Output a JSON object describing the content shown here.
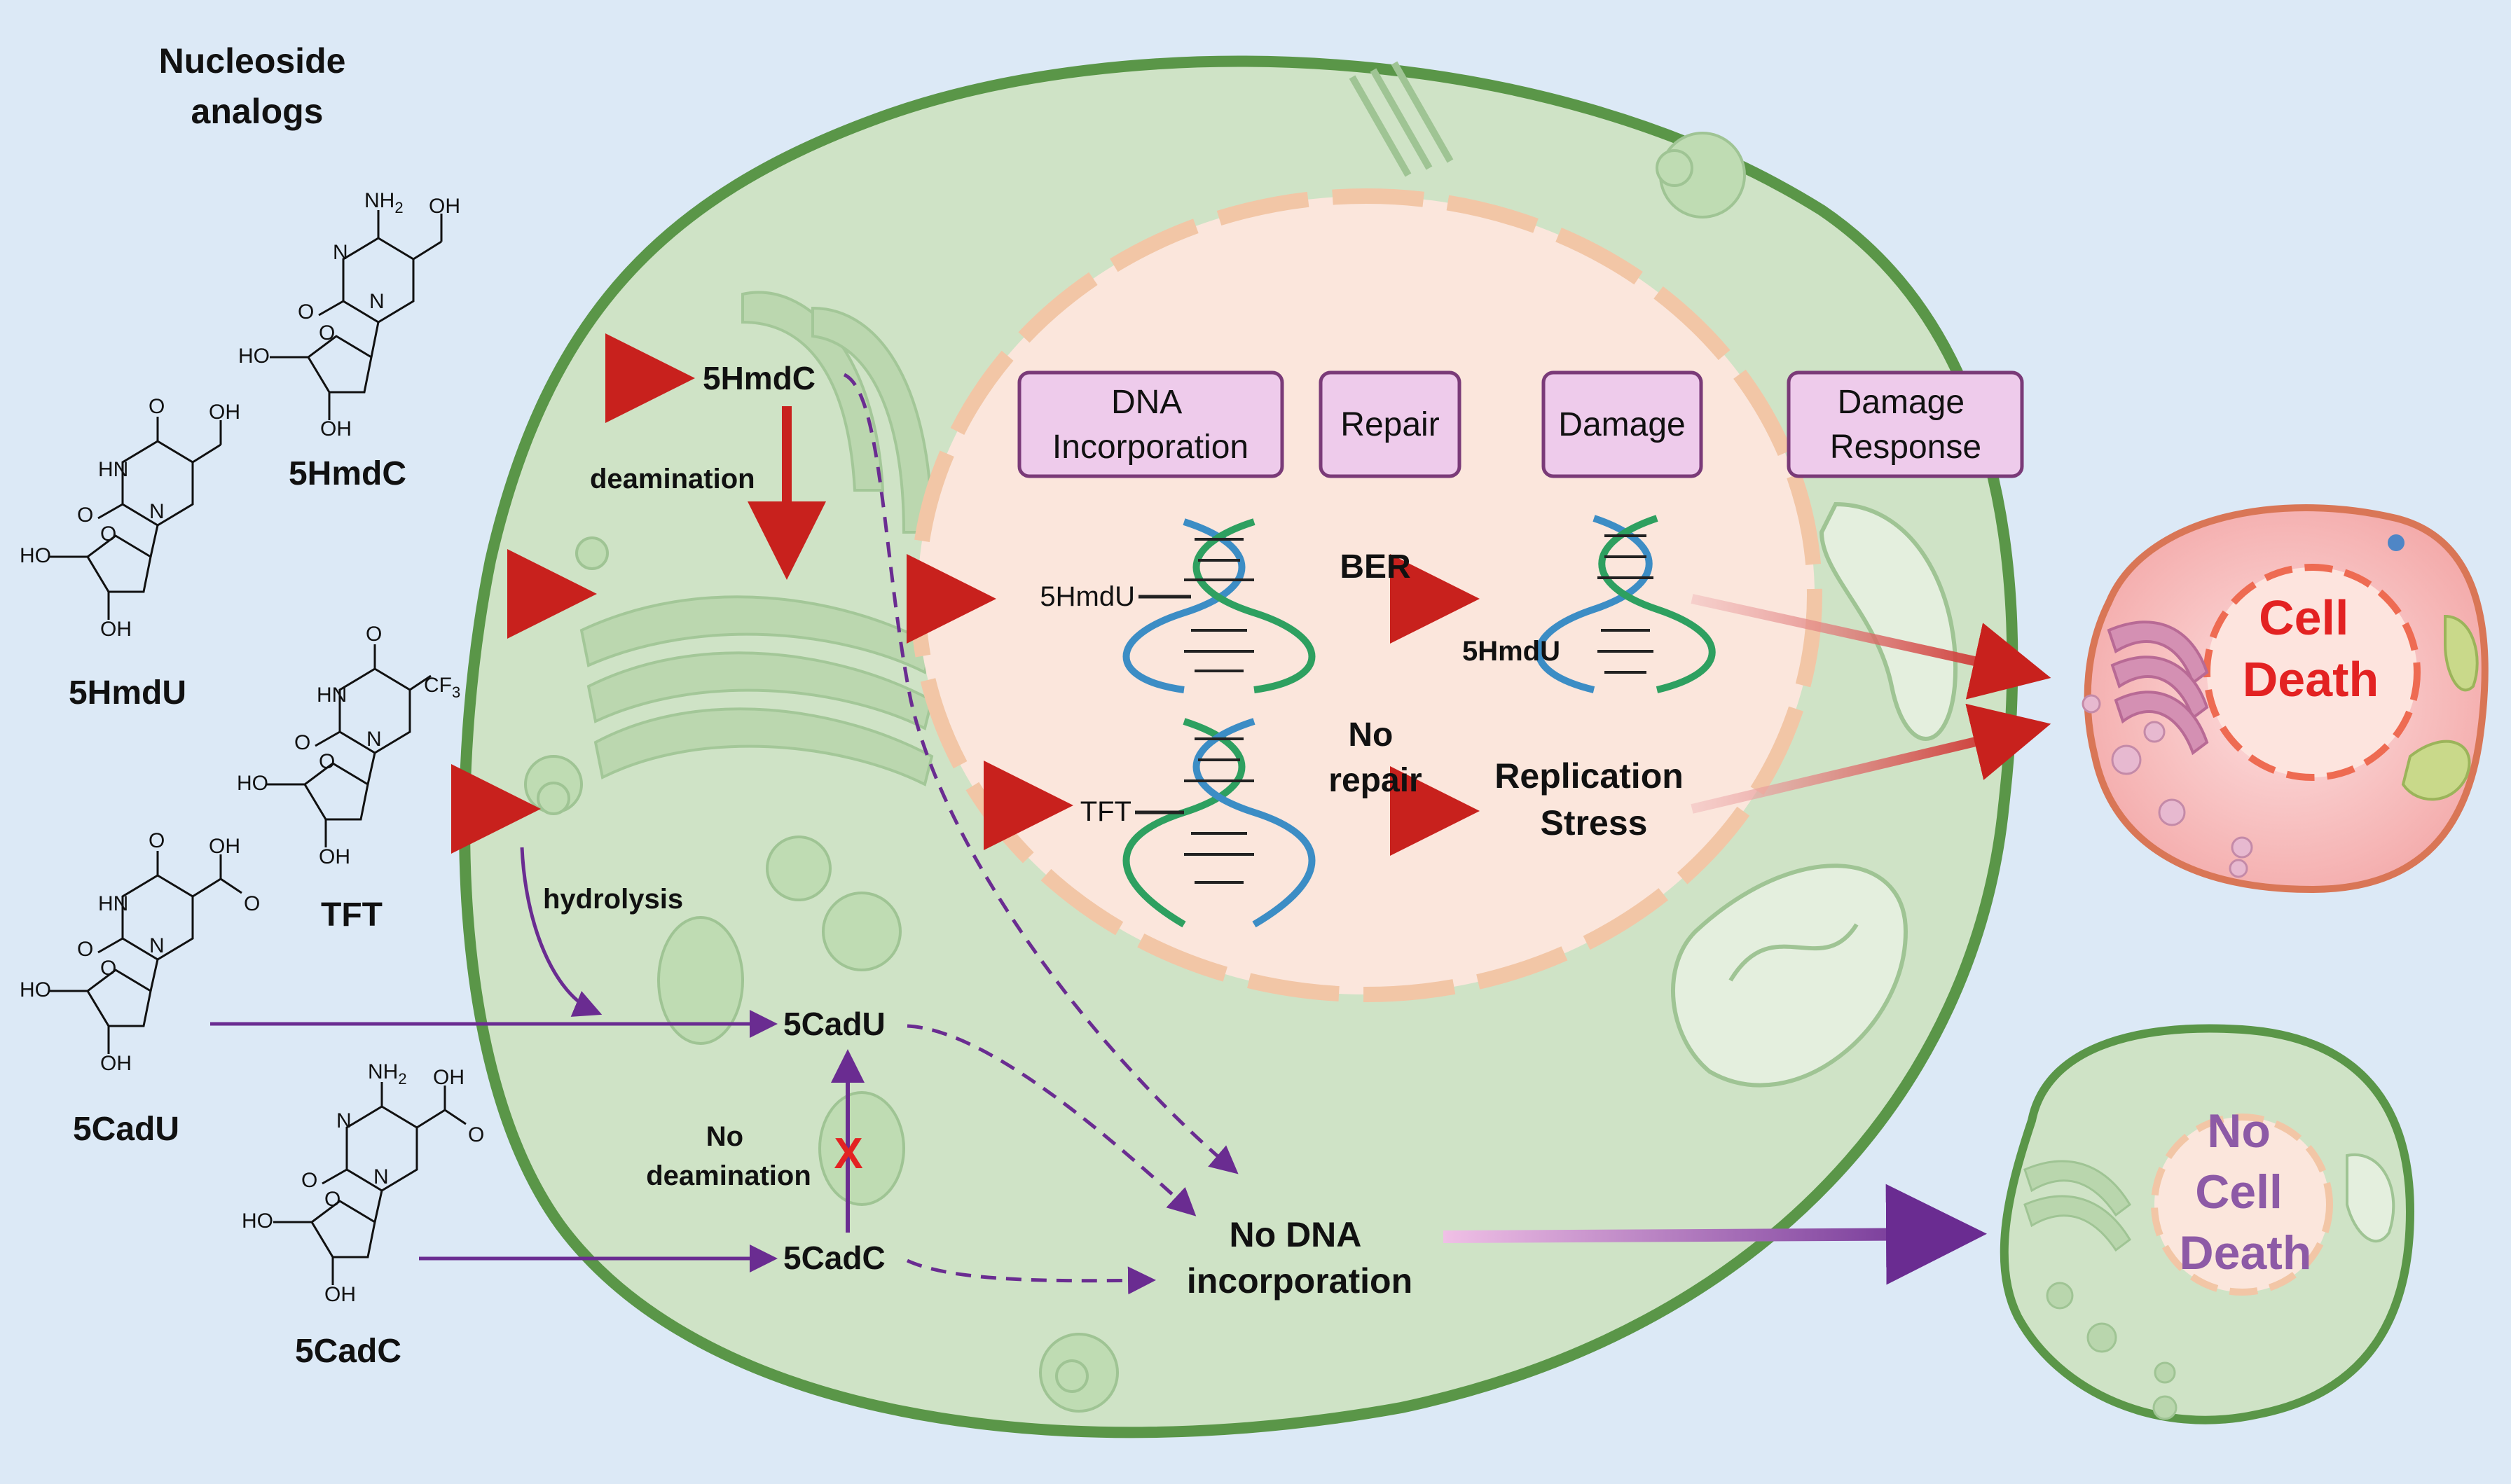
{
  "title": "Nucleoside analogs",
  "compounds": [
    {
      "name": "5HmdC",
      "atoms": [
        "NH2",
        "OH",
        "N",
        "O",
        "N",
        "HO",
        "O",
        "OH"
      ]
    },
    {
      "name": "5HmdU",
      "atoms": [
        "O",
        "OH",
        "HN",
        "O",
        "N",
        "HO",
        "O",
        "OH"
      ]
    },
    {
      "name": "TFT",
      "atoms": [
        "O",
        "CF3",
        "HN",
        "O",
        "N",
        "HO",
        "O",
        "OH"
      ]
    },
    {
      "name": "5CadU",
      "atoms": [
        "O",
        "OH",
        "O",
        "HN",
        "O",
        "N",
        "HO",
        "O",
        "OH"
      ]
    },
    {
      "name": "5CadC",
      "atoms": [
        "NH2",
        "OH",
        "O",
        "N",
        "O",
        "N",
        "HO",
        "O",
        "OH"
      ]
    }
  ],
  "metabolites": {
    "hmdc": "5HmdC",
    "cadu": "5CadU",
    "cadc": "5CadC",
    "deamination": "deamination",
    "hydrolysis": "hydrolysis",
    "no_deamination_1": "No",
    "no_deamination_2": "deamination",
    "blocked_mark": "X"
  },
  "stages": [
    "DNA Incorporation",
    "Repair",
    "Damage",
    "Damage Response"
  ],
  "stage_lines": {
    "dna_1": "DNA",
    "dna_2": "Incorporation",
    "repair": "Repair",
    "damage": "Damage",
    "resp_1": "Damage",
    "resp_2": "Response"
  },
  "dna_labels": {
    "hmdu_in": "5HmdU",
    "tft_in": "TFT",
    "ber": "BER",
    "hmdu_damage": "5HmdU",
    "no_repair_1": "No",
    "no_repair_2": "repair",
    "replication_1": "Replication",
    "replication_2": "Stress",
    "no_dna_1": "No DNA",
    "no_dna_2": "incorporation"
  },
  "outcomes": {
    "death_1": "Cell",
    "death_2": "Death",
    "nodeath_1": "No",
    "nodeath_2": "Cell",
    "nodeath_3": "Death"
  },
  "colors": {
    "background": "#dce9f6",
    "cell_fill": "#cfe3c6",
    "cell_border": "#5a9648",
    "nucleus_fill": "#fbe6dc",
    "stage_box_fill": "#eecbeb",
    "stage_box_border": "#7a3a78",
    "red_arrow": "#c8211d",
    "purple_arrow": "#6a2c91",
    "death_text": "#e32222",
    "nodeath_text": "#8d5aa6"
  }
}
